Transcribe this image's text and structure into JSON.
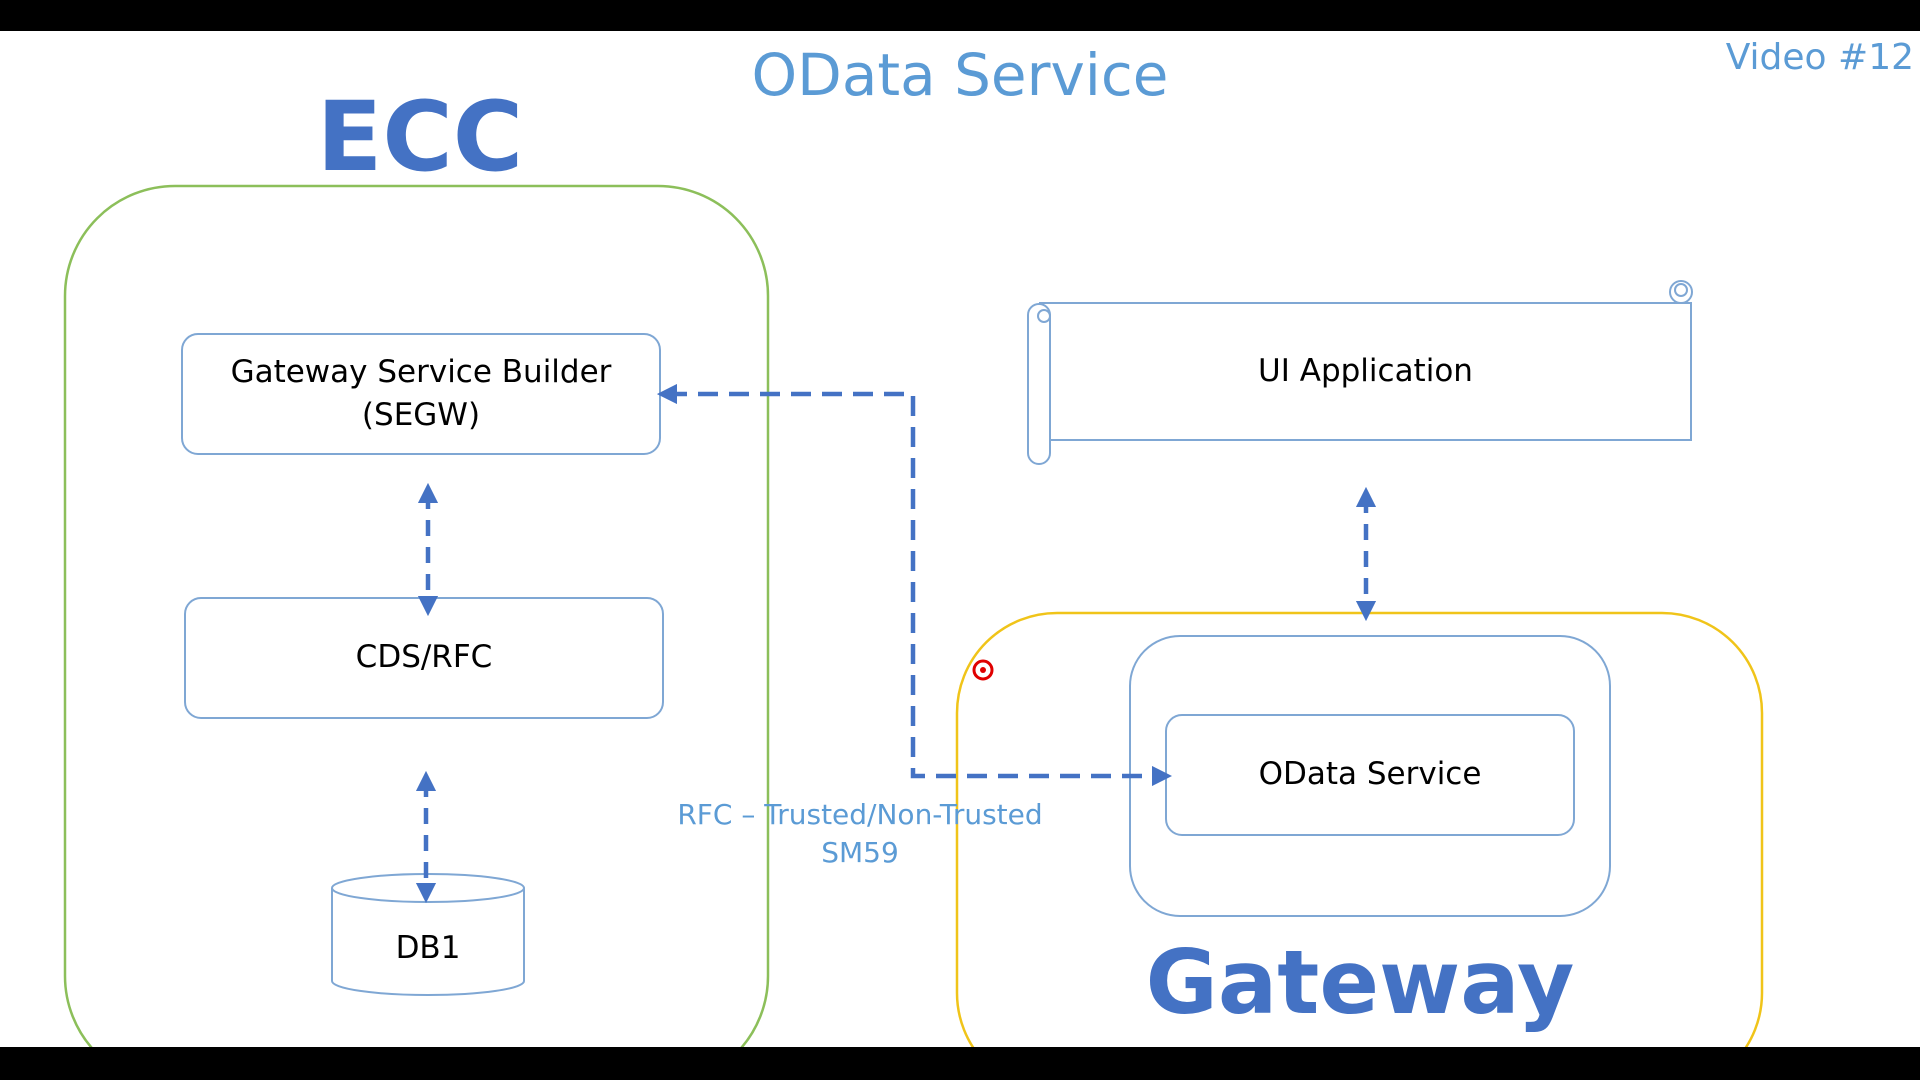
{
  "slide": {
    "title": "OData Service",
    "video_tag": "Video #12"
  },
  "ecc": {
    "heading": "ECC",
    "gateway_service_builder": "Gateway Service Builder\n(SEGW)",
    "cds_rfc": "CDS/RFC",
    "db": "DB1"
  },
  "gateway": {
    "heading": "Gateway",
    "odata_service": "OData Service"
  },
  "ui_application": "UI Application",
  "connection": {
    "line1": "RFC – Trusted/Non-Trusted",
    "line2": "SM59"
  },
  "colors": {
    "title_blue": "#5b9bd5",
    "heading_blue": "#4472c4",
    "box_border": "#7fa7d4",
    "arrow_blue": "#4472c4",
    "ecc_border": "#8cbf5a",
    "gateway_border": "#f0c419",
    "cursor_red": "#e00000"
  }
}
